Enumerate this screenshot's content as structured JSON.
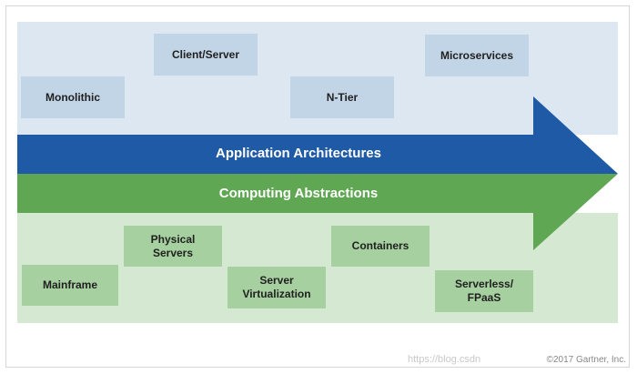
{
  "diagram": {
    "architectures": {
      "label": "Application Architectures",
      "items": [
        "Monolithic",
        "Client/Server",
        "N-Tier",
        "Microservices"
      ]
    },
    "abstractions": {
      "label": "Computing Abstractions",
      "items": [
        "Mainframe",
        "Physical\nServers",
        "Server\nVirtualization",
        "Containers",
        "Serverless/\nFPaaS"
      ]
    },
    "credit": "©2017 Gartner, Inc.",
    "watermark": "https://blog.csdn",
    "colors": {
      "arch_band": "#1f5aa6",
      "abstraction_band": "#5fa753",
      "arch_panel": "#dde7f1",
      "abstraction_panel": "#d5e8d2",
      "arch_box": "#c2d5e6",
      "abstraction_box": "#a7d0a0"
    }
  }
}
